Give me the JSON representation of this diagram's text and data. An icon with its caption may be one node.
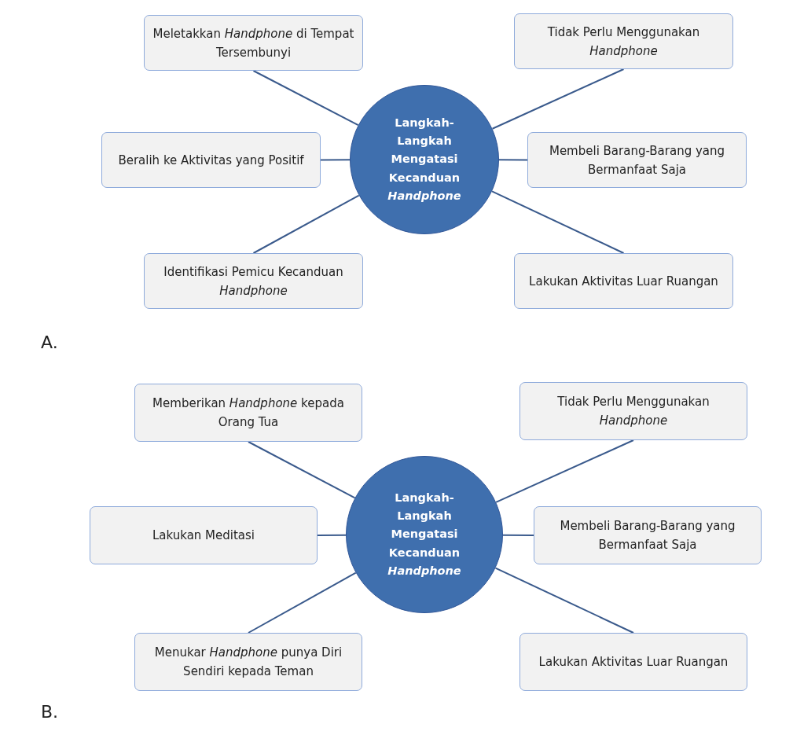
{
  "diagram": {
    "nodes": [
      {
        "text": [
          "Langkah-Langkah Mengatasi Kecanduan *Handphone*"
        ]
      },
      {
        "text": [
          "Meletakkan *Handphone* di Tempat Tersembunyi"
        ]
      },
      {
        "text": [
          "Tidak Perlu Menggunakan *Handphone*"
        ]
      },
      {
        "text": [
          "Beralih ke Aktivitas yang Positif"
        ]
      },
      {
        "text": [
          "Membeli Barang-Barang yang Bermanfaat Saja"
        ]
      },
      {
        "text": [
          "Identifikasi Pemicu Kecanduan *Handphone*"
        ]
      },
      {
        "text": [
          "Lakukan Aktivitas Luar Ruangan"
        ]
      },
      {
        "text": [
          "Langkah-Langkah Mengatasi Kecanduan *Handphone*"
        ]
      },
      {
        "text": [
          "Memberikan *Handphone* kepada Orang Tua"
        ]
      },
      {
        "text": [
          "Tidak Perlu Menggunakan *Handphone*"
        ]
      },
      {
        "text": [
          "Lakukan Meditasi"
        ]
      },
      {
        "text": [
          "Membeli Barang-Barang yang Bermanfaat Saja"
        ]
      },
      {
        "text": [
          "Menukar *Handphone* punya Diri Sendiri kepada Teman"
        ]
      },
      {
        "text": [
          "Lakukan Aktivitas Luar Ruangan"
        ]
      }
    ],
    "edges": [
      {
        "from": 0,
        "to": 1,
        "arrow": "none"
      },
      {
        "from": 0,
        "to": 2,
        "arrow": "none"
      },
      {
        "from": 0,
        "to": 3,
        "arrow": "none"
      },
      {
        "from": 0,
        "to": 4,
        "arrow": "none"
      },
      {
        "from": 0,
        "to": 5,
        "arrow": "none"
      },
      {
        "from": 0,
        "to": 6,
        "arrow": "none"
      },
      {
        "from": 7,
        "to": 8,
        "arrow": "none"
      },
      {
        "from": 7,
        "to": 9,
        "arrow": "none"
      },
      {
        "from": 7,
        "to": 10,
        "arrow": "none"
      },
      {
        "from": 7,
        "to": 11,
        "arrow": "none"
      },
      {
        "from": 7,
        "to": 12,
        "arrow": "none"
      },
      {
        "from": 7,
        "to": 13,
        "arrow": "none"
      }
    ],
    "labels": [
      "A.",
      "B."
    ]
  }
}
